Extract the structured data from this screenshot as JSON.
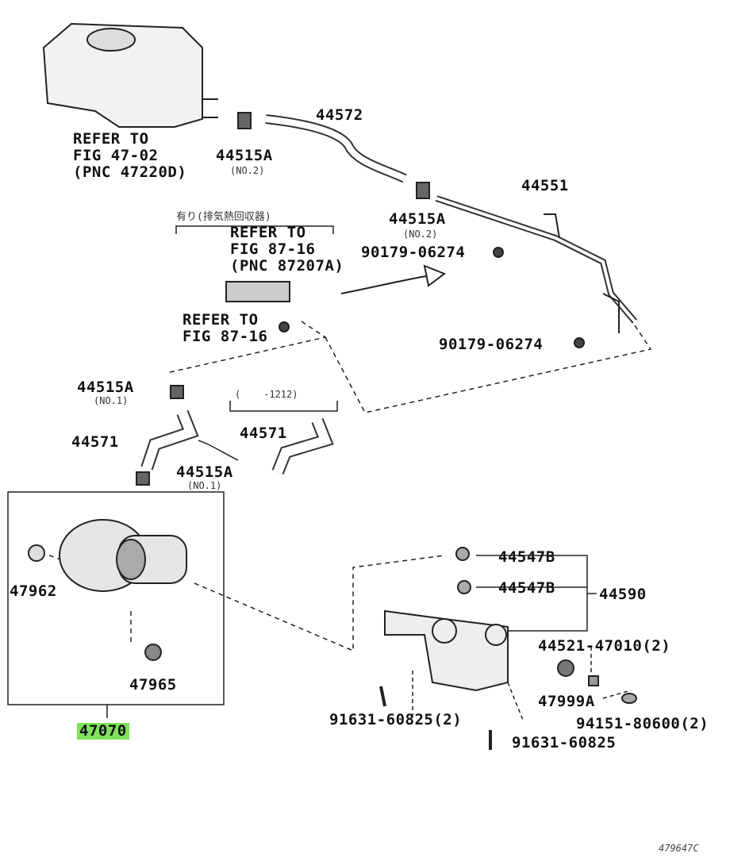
{
  "labels": {
    "refer_472": "REFER TO\nFIG 47-02\n(PNC 47220D)",
    "p44572": "44572",
    "p44515a_top": "44515A",
    "p44515a_top_note": "(NO.2)",
    "p44551": "44551",
    "p44515a_mid": "44515A",
    "p44515a_mid_note": "(NO.2)",
    "jp_note": "有り(排気熱回収器)",
    "refer_8716a": "REFER TO\nFIG 87-16\n(PNC 87207A)",
    "p90179_a": "90179-06274",
    "refer_8716b": "REFER TO\nFIG 87-16",
    "p90179_b": "90179-06274",
    "p44515a_no1a": "44515A",
    "p44515a_no1a_note": "(NO.1)",
    "range_note": "(    -1212)",
    "p44571_a": "44571",
    "p44571_b": "44571",
    "p44515a_no1b": "44515A",
    "p44515a_no1b_note": "(NO.1)",
    "p47962": "47962",
    "p47965": "47965",
    "p47070": "47070",
    "p44547b_a": "44547B",
    "p44547b_b": "44547B",
    "p44590": "44590",
    "p44521": "44521-47010(2)",
    "p47999a": "47999A",
    "p91631_2": "91631-60825(2)",
    "p94151": "94151-80600(2)",
    "p91631": "91631-60825",
    "fig_code": "479647C"
  },
  "colors": {
    "highlight": "#7ee35a"
  }
}
